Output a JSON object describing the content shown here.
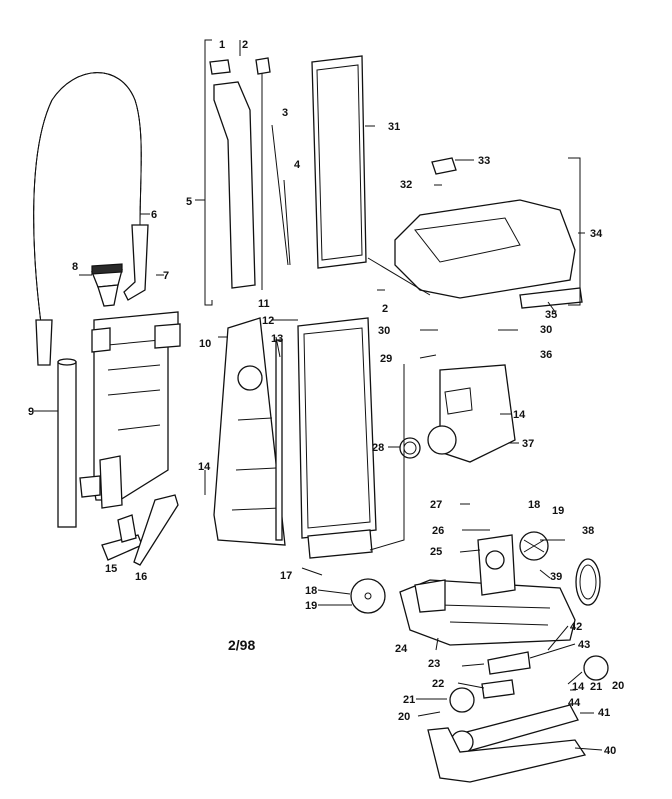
{
  "diagram": {
    "date_code": "2/98",
    "labels": [
      "1",
      "2",
      "3",
      "4",
      "5",
      "6",
      "7",
      "8",
      "9",
      "10",
      "11",
      "12",
      "13",
      "14",
      "14",
      "14",
      "15",
      "16",
      "17",
      "18",
      "18",
      "19",
      "19",
      "20",
      "20",
      "21",
      "21",
      "22",
      "23",
      "24",
      "25",
      "26",
      "27",
      "28",
      "29",
      "30",
      "30",
      "31",
      "32",
      "33",
      "34",
      "35",
      "36",
      "37",
      "38",
      "39",
      "40",
      "41",
      "42",
      "43",
      "44",
      "2"
    ]
  }
}
